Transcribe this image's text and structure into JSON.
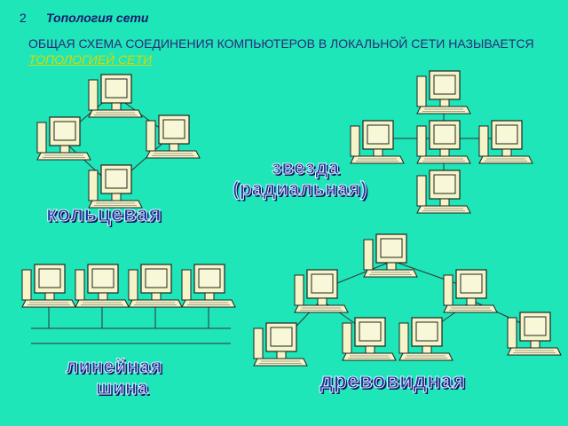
{
  "slide": {
    "number": "2",
    "title": "Топология сети"
  },
  "description": {
    "text": "ОБЩАЯ СХЕМА СОЕДИНЕНИЯ КОМПЬЮТЕРОВ В ЛОКАЛЬНОЙ СЕТИ НАЗЫВАЕТСЯ ",
    "highlight": "ТОПОЛОГИЕЙ СЕТИ"
  },
  "topologies": {
    "ring": {
      "label": "кольцевая"
    },
    "star": {
      "label_line1": "звезда",
      "label_line2": "(радиальная)"
    },
    "bus": {
      "label_line1": "линейная",
      "label_line2": "шина"
    },
    "tree": {
      "label": "древовидная"
    }
  },
  "colors": {
    "background": "#1ee6b8",
    "heading": "#1a1a6e",
    "highlight": "#d8d800",
    "label_fill": "#1a3aa0",
    "computer_body": "#f4f4c8",
    "screen": "#f8f8d8",
    "outline": "#222222",
    "lines": "#333333"
  },
  "icons": {
    "computer": "computer-icon"
  }
}
